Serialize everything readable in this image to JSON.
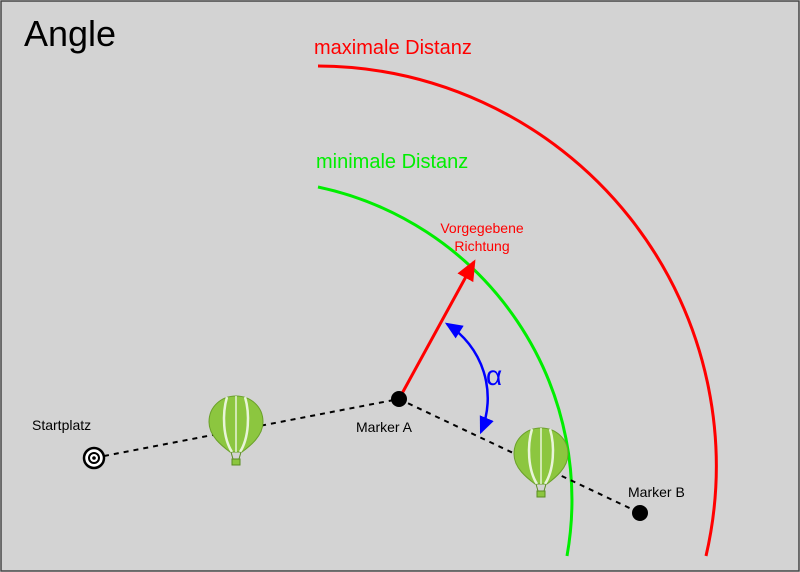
{
  "title": "Angle",
  "labels": {
    "max_distance": "maximale Distanz",
    "min_distance": "minimale Distanz",
    "direction_line1": "Vorgegebene",
    "direction_line2": "Richtung",
    "alpha": "α",
    "start": "Startplatz",
    "marker_a": "Marker A",
    "marker_b": "Marker B"
  },
  "colors": {
    "background": "#d3d3d3",
    "max_distance": "#ff0000",
    "min_distance": "#00ee00",
    "direction": "#ff0000",
    "angle": "#0000ff",
    "balloon": "#8cc63f",
    "balloon_stripe": "#ffffff",
    "path": "#000000"
  },
  "icons": {
    "start": "target-icon",
    "balloon": "hot-air-balloon-icon",
    "marker": "marker-dot-icon"
  }
}
